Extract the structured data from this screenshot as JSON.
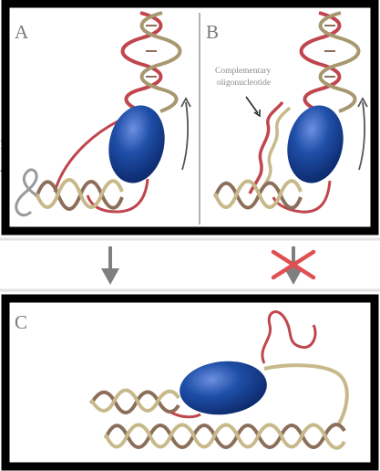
{
  "panels": [
    {
      "id": "A",
      "label": "A"
    },
    {
      "id": "B",
      "label": "B",
      "annotation_lines": [
        "Complementary",
        "oligonucleotide"
      ]
    },
    {
      "id": "C",
      "label": "C"
    }
  ],
  "transitions": [
    {
      "from": "A",
      "to": "C",
      "allowed": true
    },
    {
      "from": "B",
      "to": "C",
      "allowed": false
    }
  ],
  "edge_fragments": [
    "f",
    "-"
  ],
  "colors": {
    "frame": "#000000",
    "background": "#ffffff",
    "enzyme_blue": "#1f4fa8",
    "rna_strand": "#c0464e",
    "dna_strand_light": "#c7b98a",
    "dna_strand_dark": "#8b6f5a",
    "arrow_gray": "#7f7f7f",
    "blocked_cross": "#e05050"
  }
}
